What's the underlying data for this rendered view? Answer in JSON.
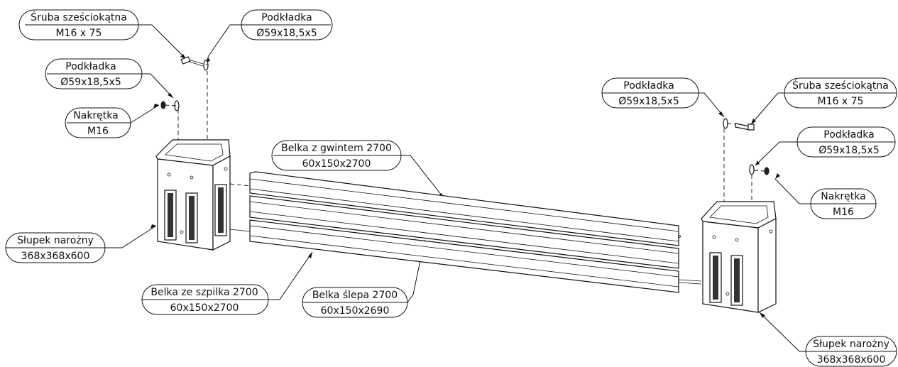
{
  "labels": {
    "bolt_left": {
      "name": "Śruba sześciokątna",
      "size": "M16 x 75"
    },
    "washer_left_top": {
      "name": "Podkładka",
      "size": "Ø59x18,5x5"
    },
    "washer_left_mid": {
      "name": "Podkładka",
      "size": "Ø59x18,5x5"
    },
    "nut_left": {
      "name": "Nakrętka",
      "size": "M16"
    },
    "post_left": {
      "name": "Słupek narożny",
      "size": "368x368x600"
    },
    "beam_thread": {
      "name": "Belka z gwintem 2700",
      "size": "60x150x2700"
    },
    "beam_pin": {
      "name": "Belka ze szpilka 2700",
      "size": "60x150x2700"
    },
    "beam_blind": {
      "name": "Belka ślepa 2700",
      "size": "60x150x2690"
    },
    "washer_right_top": {
      "name": "Podkładka",
      "size": "Ø59x18,5x5"
    },
    "bolt_right": {
      "name": "Śruba sześciokątna",
      "size": "M16 x 75"
    },
    "washer_right_mid": {
      "name": "Podkładka",
      "size": "Ø59x18,5x5"
    },
    "nut_right": {
      "name": "Nakrętka",
      "size": "M16"
    },
    "post_right": {
      "name": "Słupek narożny",
      "size": "368x368x600"
    }
  }
}
